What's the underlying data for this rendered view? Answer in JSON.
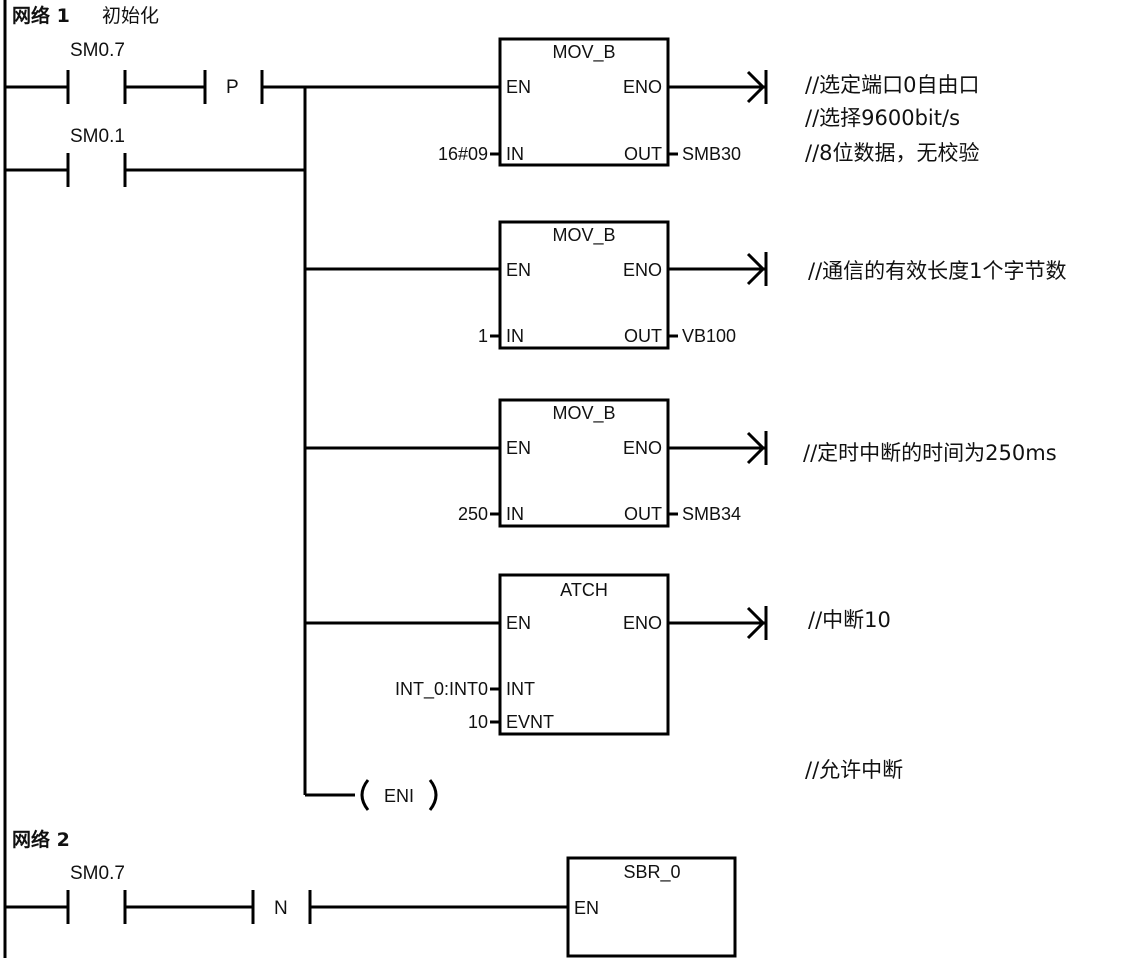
{
  "networks": [
    {
      "title": "网络 1",
      "subtitle": "初始化",
      "contacts": [
        {
          "label": "SM0.7",
          "type": "NO"
        },
        {
          "label": "P",
          "type": "positive-edge"
        },
        {
          "label": "SM0.1",
          "type": "NO"
        }
      ],
      "blocks": [
        {
          "name": "MOV_B",
          "en": "EN",
          "eno": "ENO",
          "in_pin": "IN",
          "out_pin": "OUT",
          "in_value": "16#09",
          "out_value": "SMB30"
        },
        {
          "name": "MOV_B",
          "en": "EN",
          "eno": "ENO",
          "in_pin": "IN",
          "out_pin": "OUT",
          "in_value": "1",
          "out_value": "VB100"
        },
        {
          "name": "MOV_B",
          "en": "EN",
          "eno": "ENO",
          "in_pin": "IN",
          "out_pin": "OUT",
          "in_value": "250",
          "out_value": "SMB34"
        },
        {
          "name": "ATCH",
          "en": "EN",
          "eno": "ENO",
          "int_pin": "INT",
          "evnt_pin": "EVNT",
          "int_value": "INT_0:INT0",
          "evnt_value": "10"
        }
      ],
      "coil": "ENI",
      "comments": [
        "//选定端口0自由口",
        "//选择9600bit/s",
        "//8位数据，无校验",
        "//通信的有效长度1个字节数",
        "//定时中断的时间为250ms",
        "//中断10",
        "//允许中断"
      ]
    },
    {
      "title": "网络 2",
      "contacts": [
        {
          "label": "SM0.7",
          "type": "NO"
        },
        {
          "label": "N",
          "type": "negative-edge"
        }
      ],
      "blocks": [
        {
          "name": "SBR_0",
          "en": "EN"
        }
      ]
    }
  ]
}
